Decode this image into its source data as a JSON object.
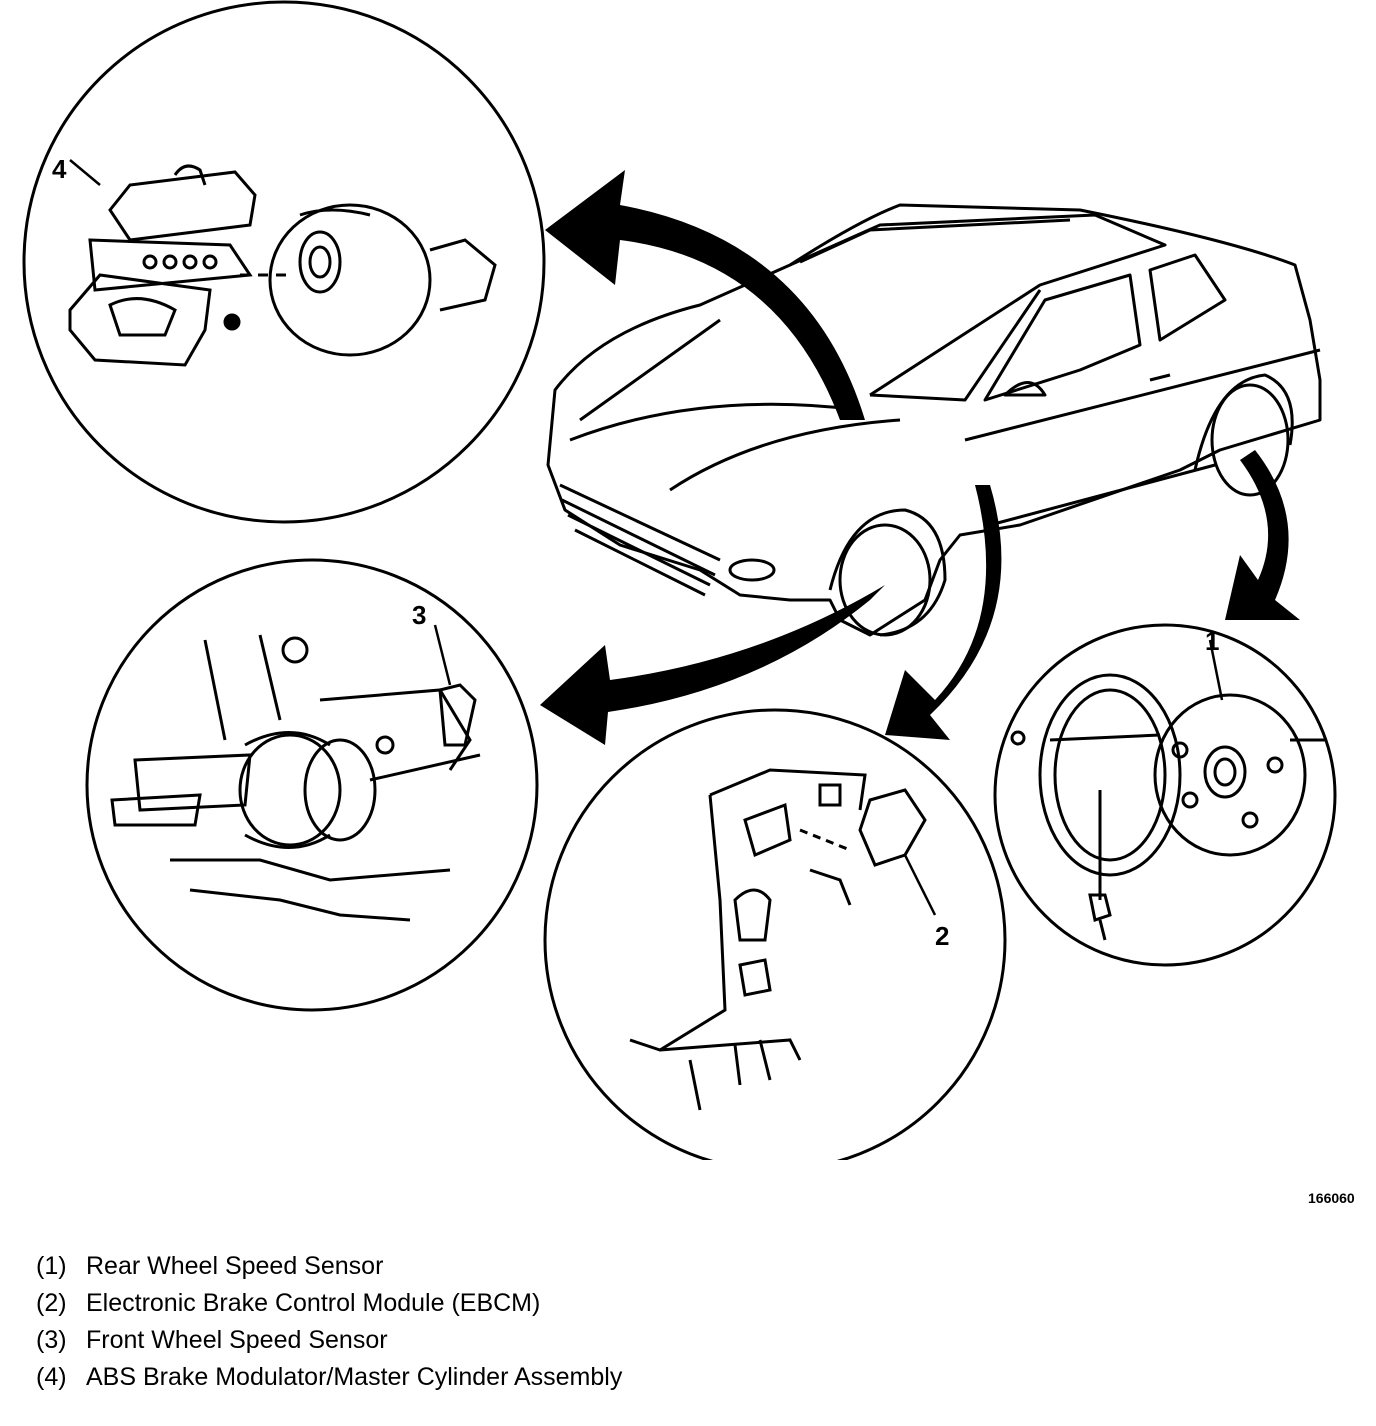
{
  "figure_id": "166060",
  "callouts": {
    "c1": "1",
    "c2": "2",
    "c3": "3",
    "c4": "4"
  },
  "legend": [
    {
      "num": "(1)",
      "text": "Rear Wheel Speed Sensor"
    },
    {
      "num": "(2)",
      "text": "Electronic Brake Control Module (EBCM)"
    },
    {
      "num": "(3)",
      "text": "Front Wheel Speed Sensor"
    },
    {
      "num": "(4)",
      "text": "ABS Brake Modulator/Master Cylinder Assembly"
    }
  ]
}
